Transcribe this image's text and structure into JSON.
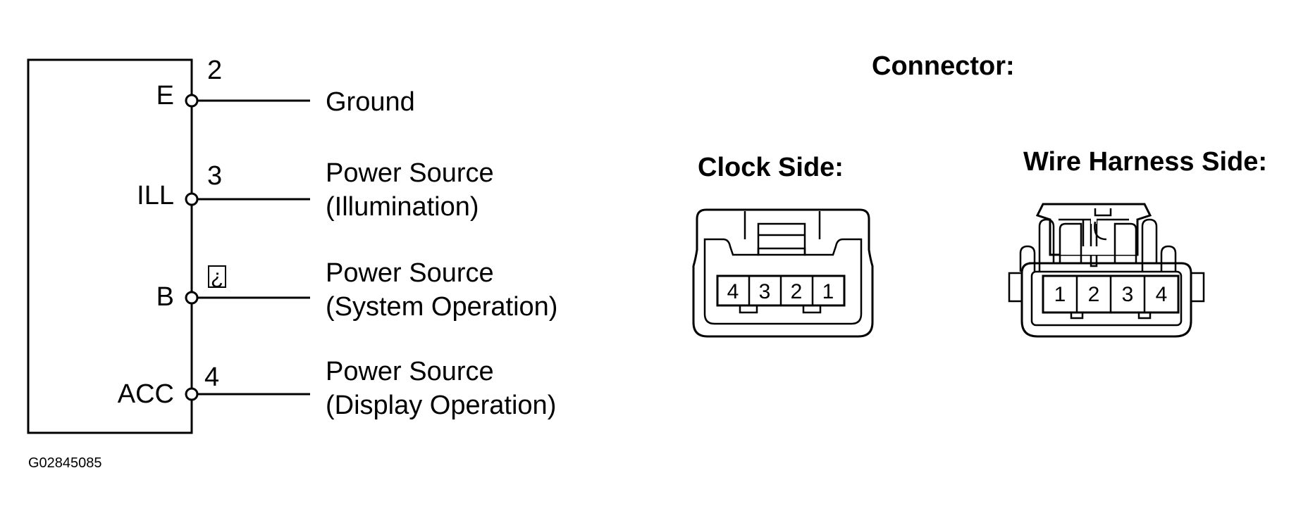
{
  "component": {
    "terminals": [
      {
        "pin": "2",
        "name": "E",
        "function_line1": "Ground",
        "function_line2": ""
      },
      {
        "pin": "3",
        "name": "ILL",
        "function_line1": "Power Source",
        "function_line2": "(Illumination)"
      },
      {
        "pin": "¿",
        "name": "B",
        "function_line1": "Power Source",
        "function_line2": "(System Operation)"
      },
      {
        "pin": "4",
        "name": "ACC",
        "function_line1": "Power Source",
        "function_line2": "(Display Operation)"
      }
    ]
  },
  "connector": {
    "title": "Connector:",
    "clock_side": {
      "label": "Clock Side:",
      "pins": [
        "4",
        "3",
        "2",
        "1"
      ]
    },
    "harness_side": {
      "label": "Wire Harness Side:",
      "pins": [
        "1",
        "2",
        "3",
        "4"
      ]
    }
  },
  "figure_id": "G02845085"
}
